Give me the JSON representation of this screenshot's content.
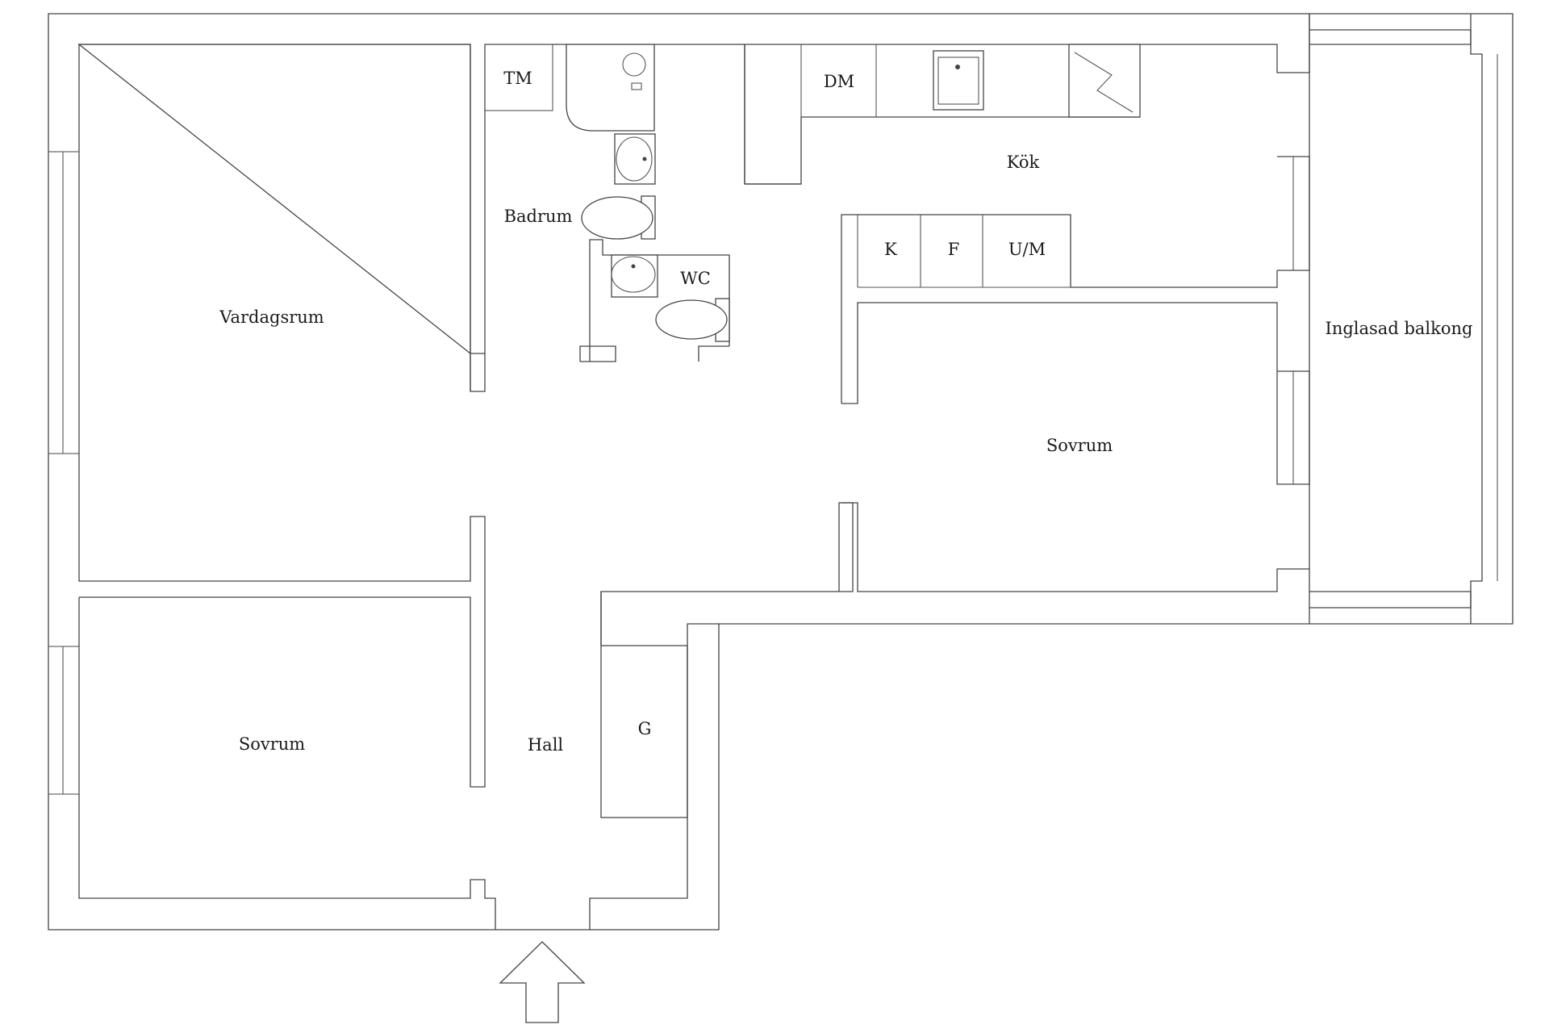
{
  "rooms": {
    "vardagsrum": "Vardagsrum",
    "sovrum_left": "Sovrum",
    "sovrum_right": "Sovrum",
    "hall": "Hall",
    "badrum": "Badrum",
    "wc": "WC",
    "kok": "Kök",
    "balkong": "Inglasad balkong"
  },
  "fixtures": {
    "tm": "TM",
    "dm": "DM",
    "k": "K",
    "f": "F",
    "um": "U/M",
    "g": "G"
  },
  "icons": {
    "entrance": "entrance-arrow-icon",
    "sink": "sink-icon",
    "toilet": "toilet-icon",
    "kitchen_sink": "kitchen-sink-icon",
    "stove": "stove-icon",
    "shower": "shower-icon"
  }
}
